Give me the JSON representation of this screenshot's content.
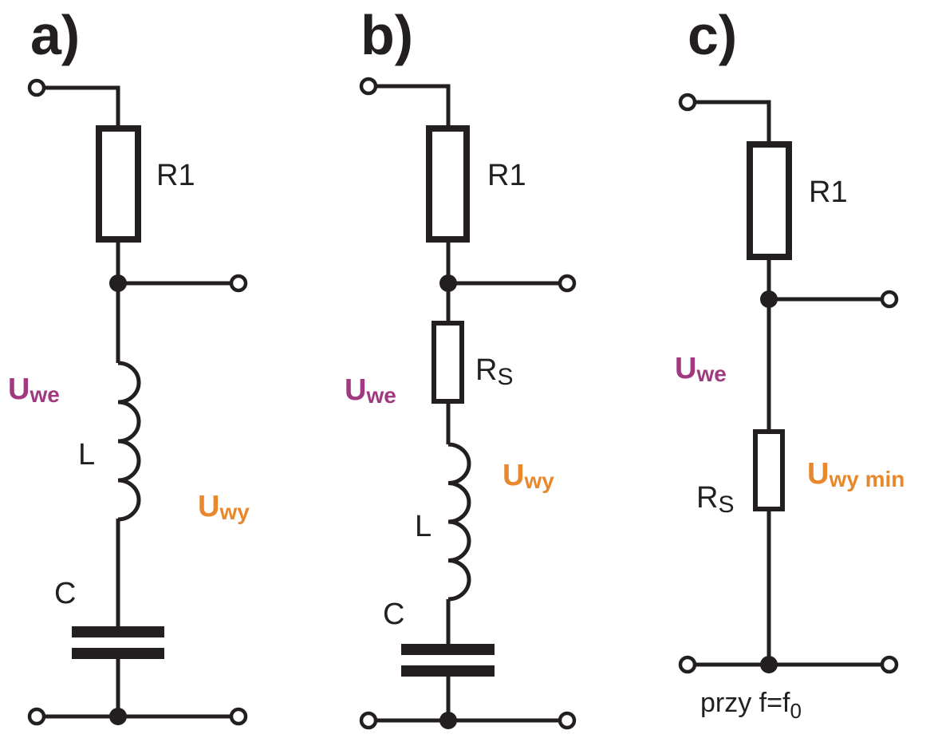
{
  "colors": {
    "ink": "#231f20",
    "input_voltage": "#a0397f",
    "output_voltage": "#e8882c"
  },
  "panels": {
    "a": {
      "label": "a)",
      "r1": "R1",
      "l": "L",
      "c": "C",
      "uwe_main": "U",
      "uwe_sub": "we",
      "uwy_main": "U",
      "uwy_sub": "wy"
    },
    "b": {
      "label": "b)",
      "r1": "R1",
      "rs_main": "R",
      "rs_sub": "S",
      "l": "L",
      "c": "C",
      "uwe_main": "U",
      "uwe_sub": "we",
      "uwy_main": "U",
      "uwy_sub": "wy"
    },
    "c": {
      "label": "c)",
      "r1": "R1",
      "rs_main": "R",
      "rs_sub": "S",
      "uwe_main": "U",
      "uwe_sub": "we",
      "uwy_main": "U",
      "uwy_sub": "wy min",
      "note_main": "przy f=f",
      "note_sub": "0"
    }
  }
}
